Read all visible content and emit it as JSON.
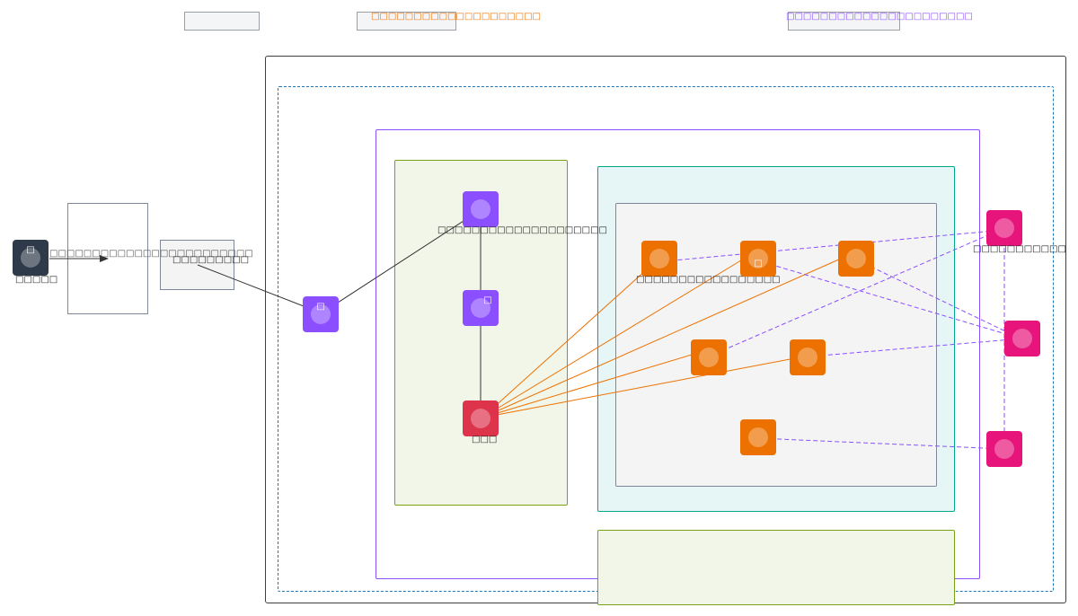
{
  "colors": {
    "outer_border": "#3c4043",
    "dashed_region": "#1f77b4",
    "purple_group": "#8c4fff",
    "green_group_border": "#7aa116",
    "green_group_fill": "#f2f6e8",
    "teal_group_border": "#01a88d",
    "teal_group_fill": "#e6f6f7",
    "gray_group_border": "#7d8998",
    "gray_group_fill": "#f4f4f4",
    "node_dark": "#2e3a4a",
    "node_purple": "#8c4fff",
    "node_red": "#dd344c",
    "node_orange": "#ed7100",
    "node_pink": "#e7157b",
    "edge_black": "#333333",
    "edge_orange": "#ed7100",
    "edge_purple_dashed": "#8c4fff"
  },
  "legend": [
    {
      "name": "legend-plain",
      "text": ""
    },
    {
      "name": "legend-orange",
      "text": "□□□□□□□□□□□□□□□□□□□□",
      "color": "#ed7100"
    },
    {
      "name": "legend-purple",
      "text": "□□□□□□□□□□□□□□□□□□□□□□",
      "color": "#8c4fff"
    }
  ],
  "labels": {
    "user": "□□□□□",
    "user_edge": "□□□□□□□□□□□□□□□□□□□□□□□□",
    "boundary_box": "□□□□□□□□□",
    "top_purple": "□□□□□□□□□□□□□□□□□□□□",
    "red": "□□□",
    "orange_group": "□□□□□□□□□□□□□□□□□",
    "pink_top": "□□□□□□□□□□□"
  },
  "node_icons": {
    "user_glyph": "□",
    "entry_glyph": "□",
    "mid_purple_glyph": "□",
    "orange_glyph": "□"
  }
}
